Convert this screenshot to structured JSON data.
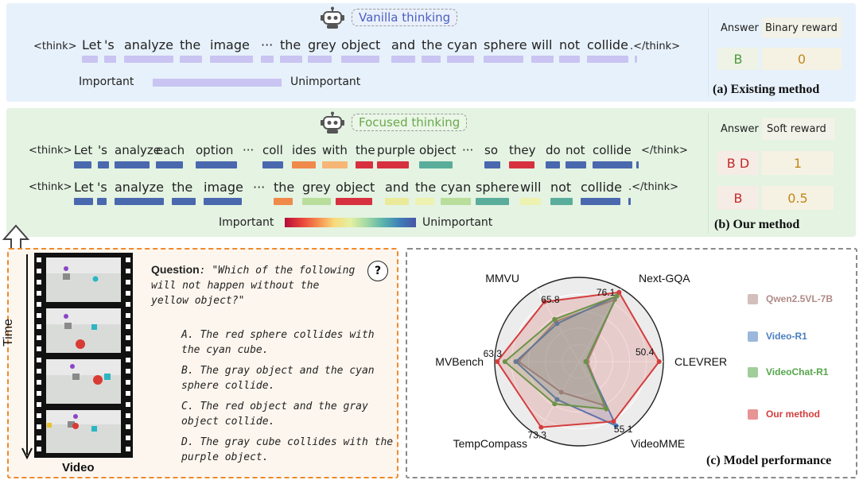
{
  "panel_a": {
    "pill": "Vanilla thinking",
    "think_open": "<think>",
    "think_close": ".</think>",
    "tokens": [
      "Let",
      "'s",
      "analyze",
      "the",
      "image",
      "···",
      "the",
      "grey",
      "object",
      "and",
      "the",
      "cyan",
      "sphere",
      "will",
      "not",
      "collide"
    ],
    "legend_important": "Important",
    "legend_unimportant": "Unimportant",
    "answer_header": "Answer",
    "reward_header": "Binary reward",
    "answer": "B",
    "reward": "0",
    "caption": "(a) Existing method"
  },
  "panel_b": {
    "pill": "Focused thinking",
    "think_open": "<think>",
    "think_close": "</think>",
    "think_close_2": ".</think>",
    "tokens_row1": [
      "Let",
      "'s",
      "analyze",
      "each",
      "option",
      "···",
      "coll",
      "ides",
      "with",
      "the",
      "purple",
      "object",
      "···",
      "so",
      "they",
      "do",
      "not",
      "collide"
    ],
    "tokens_row2": [
      "Let",
      "'s",
      "analyze",
      "the",
      "image",
      "···",
      "the",
      "grey",
      "object",
      "and",
      "the",
      "cyan",
      "sphere",
      "will",
      "not",
      "collide"
    ],
    "legend_important": "Important",
    "legend_unimportant": "Unimportant",
    "answer_header": "Answer",
    "reward_header": "Soft reward",
    "answer_1": "B D",
    "reward_1": "1",
    "answer_2": "B",
    "reward_2": "0.5",
    "caption": "(b) Our method",
    "colors": {
      "blue": "#4a68ae",
      "red": "#d7303e",
      "orange": "#f08a4b",
      "peach": "#f6b676",
      "teal": "#5aad9a",
      "lightgreen": "#b9dd9b",
      "yellow": "#eaea9a",
      "paleyellow": "#eef2b0"
    }
  },
  "question_panel": {
    "time_label": "Time",
    "video_label": "Video",
    "question_label": "Question",
    "question_text": ": \"Which of the following will not happen without the yellow object?\"",
    "help_glyph": "?",
    "options": [
      "A. The red sphere collides with the cyan cube.",
      "B. The gray object and the cyan sphere collide.",
      "C. The red object and the gray object collide.",
      "D. The gray cube collides with the purple object."
    ]
  },
  "chart_data": {
    "type": "radar",
    "title": "(c) Model performance",
    "axes": [
      "Next-GQA",
      "CLEVRER",
      "VideoMME",
      "TempCompass",
      "MVBench",
      "MMVU"
    ],
    "value_labels": [
      "76.1",
      "50.4",
      "55.1",
      "73.3",
      "63.3",
      "65.8"
    ],
    "series": [
      {
        "name": "Qwen2.5VL-7B",
        "color": "#b08b87",
        "values": [
          0.85,
          0.1,
          0.6,
          0.42,
          0.72,
          0.55
        ]
      },
      {
        "name": "Video-R1",
        "color": "#4a7fc1",
        "values": [
          0.9,
          0.08,
          0.88,
          0.52,
          0.75,
          0.52
        ]
      },
      {
        "name": "VideoChat-R1",
        "color": "#55a64a",
        "values": [
          0.9,
          0.08,
          0.65,
          0.58,
          0.88,
          0.58
        ]
      },
      {
        "name": "Our method",
        "color": "#d43d3d",
        "values": [
          0.95,
          0.95,
          0.82,
          0.9,
          0.97,
          0.82
        ]
      }
    ]
  }
}
